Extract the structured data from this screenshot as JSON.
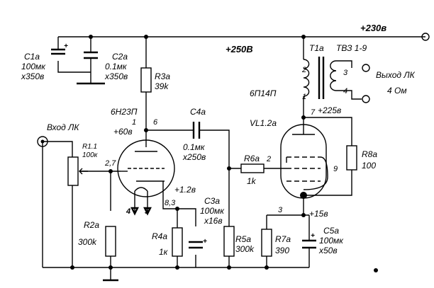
{
  "rail": {
    "v230": "+230в",
    "v250": "+250В"
  },
  "c1": {
    "name": "C1a",
    "value": "100мк",
    "rating": "x350в"
  },
  "c2": {
    "name": "C2a",
    "value": "0.1мк",
    "rating": "x350в"
  },
  "r3": {
    "name": "R3a",
    "value": "39k"
  },
  "tube1": {
    "type": "6Н23П",
    "pin1": "1",
    "pin6": "6",
    "pin_grid": "2,7",
    "pin_cath": "8,3",
    "pin_h1": "4",
    "pin_h2": "5"
  },
  "voltages": {
    "anode1": "+60в",
    "cath1": "+1.2в",
    "anode2": "+225в",
    "cath2": "+15в"
  },
  "input": {
    "label": "Вход ЛК"
  },
  "r1": {
    "name": "R1.1",
    "value": "100к"
  },
  "r2": {
    "name": "R2a",
    "value": "300k"
  },
  "c4": {
    "name": "C4a",
    "value": "0.1мк",
    "rating": "x250в"
  },
  "c3": {
    "name": "C3a",
    "value": "100мк",
    "rating": "x16в"
  },
  "r4": {
    "name": "R4a",
    "value": "1к"
  },
  "r5": {
    "name": "R5a",
    "value": "300k"
  },
  "r6": {
    "name": "R6a",
    "value": "1k"
  },
  "tube2": {
    "name": "VL1.2a",
    "type": "6П14П",
    "pin2": "2",
    "pin3": "3",
    "pin7": "7",
    "pin9": "9"
  },
  "r7": {
    "name": "R7a",
    "value": "390"
  },
  "c5": {
    "name": "C5a",
    "value": "100мк",
    "rating": "x50в"
  },
  "r8": {
    "name": "R8a",
    "value": "100"
  },
  "transformer": {
    "name": "T1a",
    "type": "ТВЗ 1-9",
    "pin1": "1",
    "pin2": "2",
    "pin3": "3",
    "pin4": "4"
  },
  "output": {
    "label": "Выход ЛК",
    "impedance": "4 Ом"
  },
  "symbols": {
    "plus": "+"
  }
}
